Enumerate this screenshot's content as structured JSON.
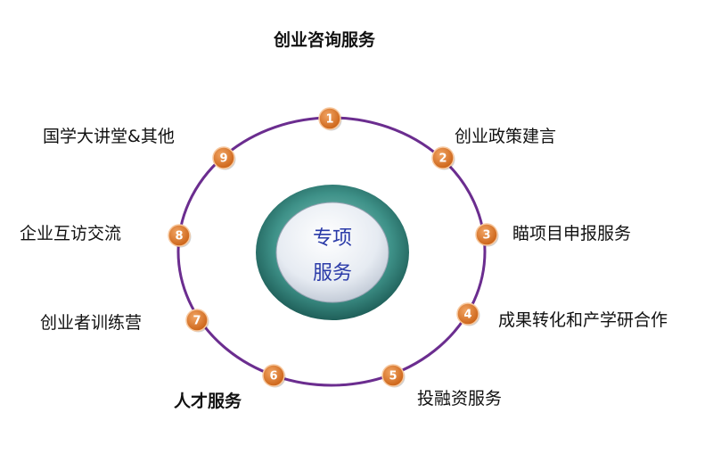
{
  "center": {
    "line1": "专项",
    "line2": "服务"
  },
  "nodes": [
    {
      "number": "1",
      "label": "创业咨询服务"
    },
    {
      "number": "2",
      "label": "创业政策建言"
    },
    {
      "number": "3",
      "label": "瞄项目申报服务"
    },
    {
      "number": "4",
      "label": "成果转化和产学研合作"
    },
    {
      "number": "5",
      "label": "投融资服务"
    },
    {
      "number": "6",
      "label": "人才服务"
    },
    {
      "number": "7",
      "label": "创业者训练营"
    },
    {
      "number": "8",
      "label": "企业互访交流"
    },
    {
      "number": "9",
      "label": "国学大讲堂&其他"
    }
  ],
  "colors": {
    "ring": "#6b2d8f",
    "node_fill": "#d9701e",
    "node_text": "#ffffff",
    "center_outer": "#2f7f78",
    "center_inner": "#e9eef4",
    "center_text": "#2a3aa8",
    "label_text": "#111111"
  }
}
